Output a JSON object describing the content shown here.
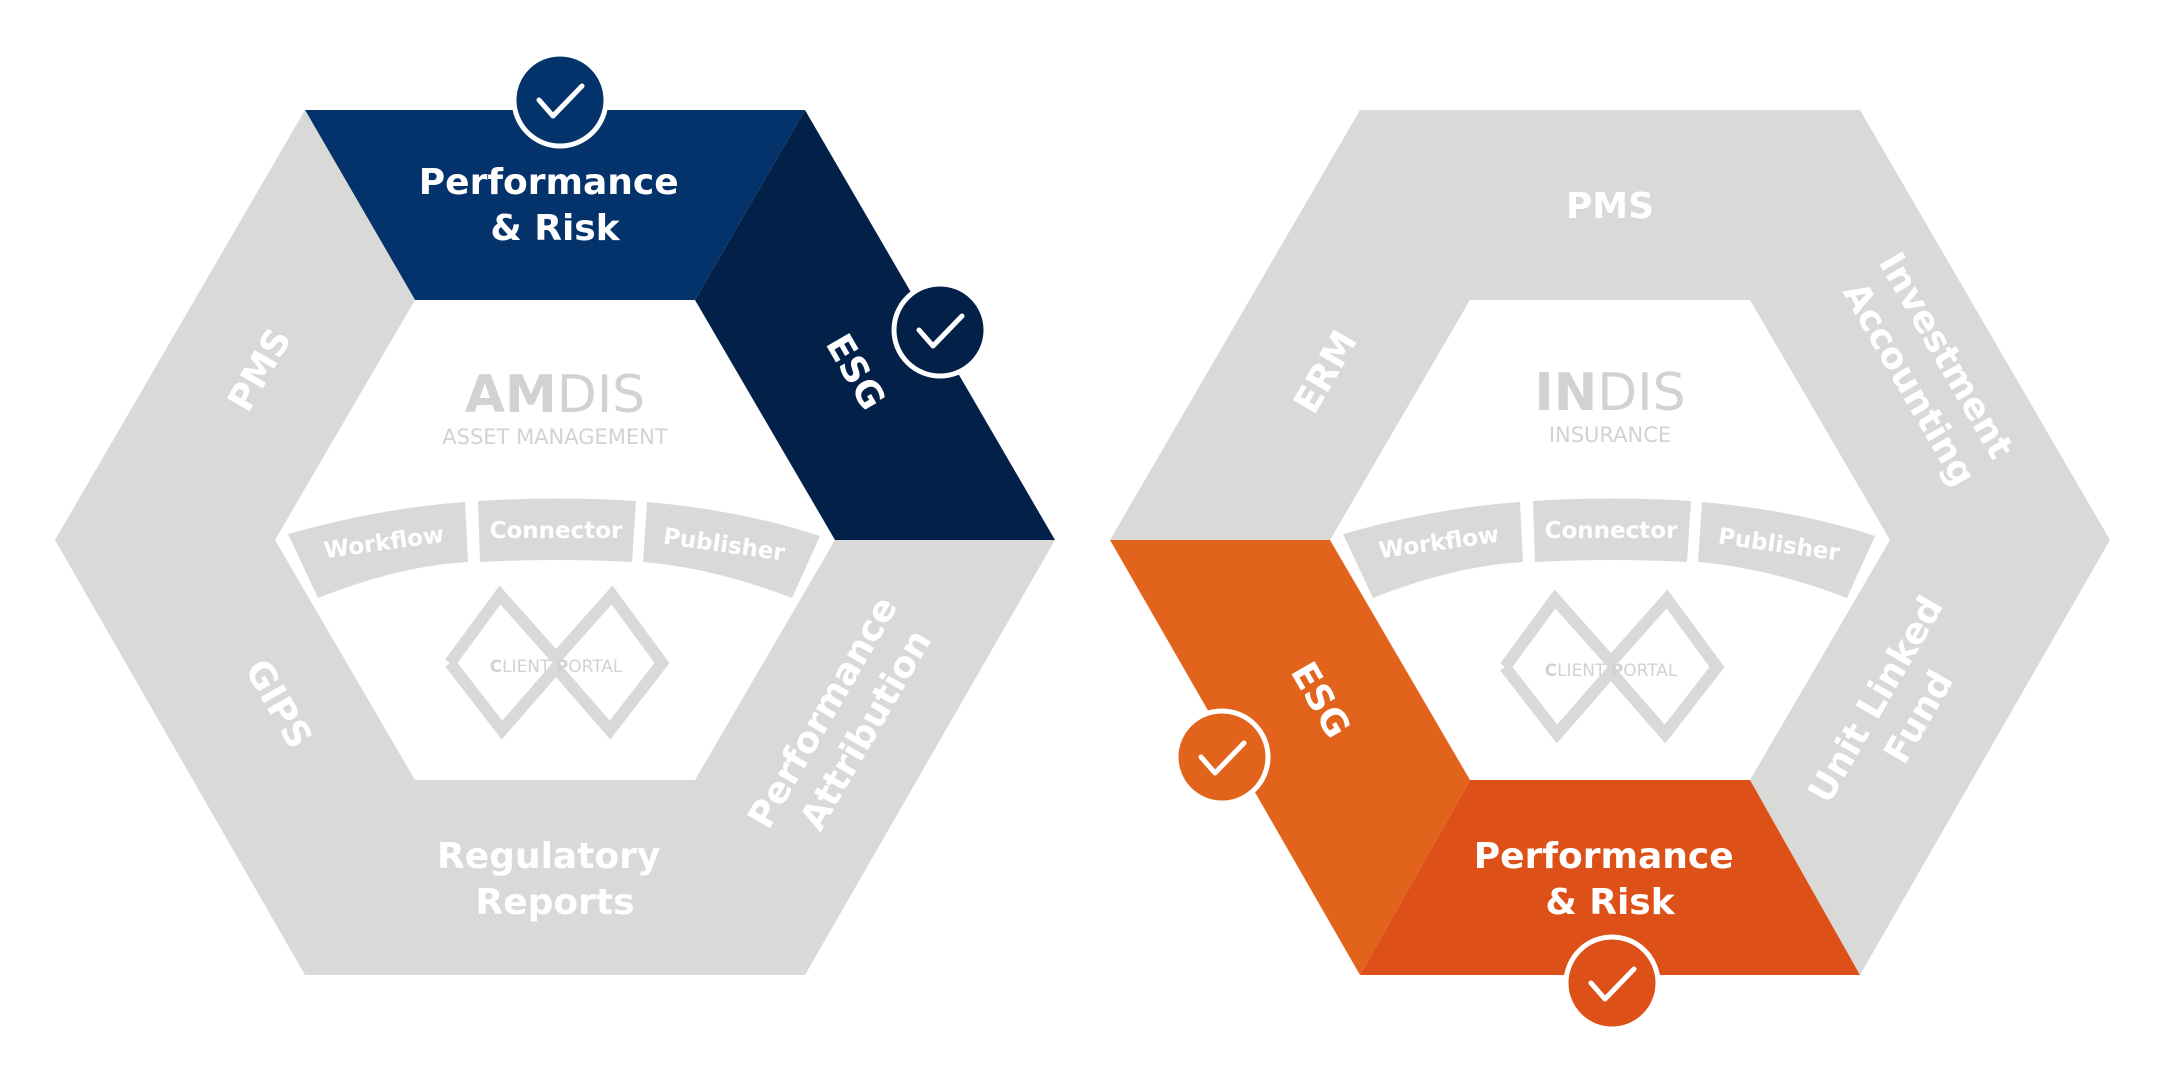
{
  "colors": {
    "segment_gray": "#d9d9d8",
    "navy": "#04326a",
    "navy_dark": "#032049",
    "orange": "#e2631c",
    "orange_dark": "#dd5119",
    "white": "#ffffff",
    "logo_gray": "#d2d2d1"
  },
  "left": {
    "logo_bold": "AM",
    "logo_light": "DIS",
    "subtitle": "ASSET MANAGEMENT",
    "segments": {
      "top": "Performance\n& Risk",
      "top_right": "ESG",
      "bottom_right": "Performance\nAttribution",
      "bottom": "Regulatory\nReports",
      "bottom_left": "GIPS",
      "top_left": "PMS"
    },
    "tabs": [
      "Workflow",
      "Connector",
      "Publisher"
    ],
    "portal_c": "C",
    "portal_lient": "LIENT ",
    "portal_p": "P",
    "portal_ortal": "ORTAL",
    "checked": [
      "Performance & Risk",
      "ESG"
    ]
  },
  "right": {
    "logo_bold": "IN",
    "logo_light": "DIS",
    "subtitle": "INSURANCE",
    "segments": {
      "top": "PMS",
      "top_right": "Investment\nAccounting",
      "bottom_right": "Unit Linked\nFund",
      "bottom": "Performance\n& Risk",
      "bottom_left": "ESG",
      "top_left": "ERM"
    },
    "tabs": [
      "Workflow",
      "Connector",
      "Publisher"
    ],
    "portal_c": "C",
    "portal_lient": "LIENT ",
    "portal_p": "P",
    "portal_ortal": "ORTAL",
    "checked": [
      "ESG",
      "Performance & Risk"
    ]
  }
}
